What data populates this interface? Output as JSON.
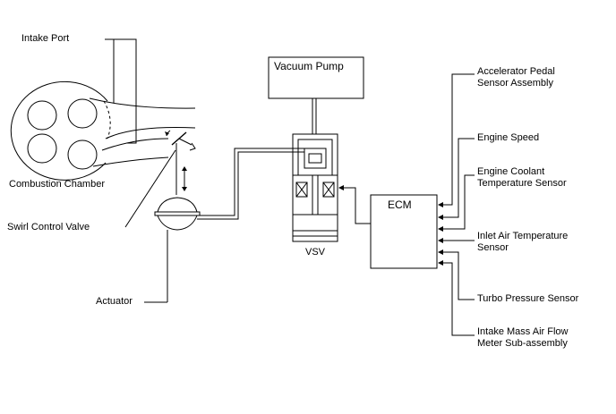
{
  "labels": {
    "intake_port": "Intake Port",
    "combustion_chamber": "Combustion Chamber",
    "swirl_control_valve": "Swirl Control Valve",
    "actuator": "Actuator",
    "vacuum_pump": "Vacuum Pump",
    "vsv": "VSV",
    "ecm": "ECM",
    "accelerator_pedal": "Accelerator Pedal\nSensor Assembly",
    "engine_speed": "Engine Speed",
    "engine_coolant": "Engine Coolant\nTemperature Sensor",
    "inlet_air": "Inlet Air Temperature\nSensor",
    "turbo_pressure": "Turbo Pressure Sensor",
    "intake_mass_air": "Intake Mass Air Flow\nMeter Sub-assembly"
  }
}
